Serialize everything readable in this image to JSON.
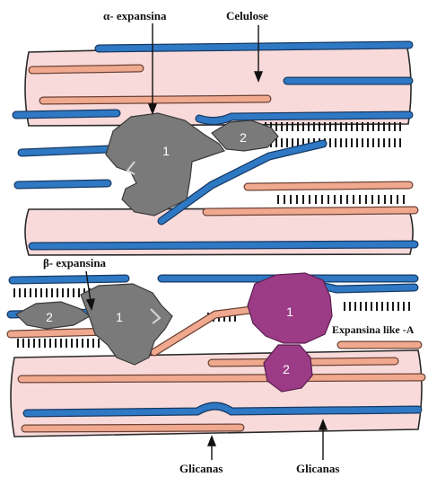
{
  "labels": {
    "alpha_expansin": "α- expansina",
    "cellulose": "Celulose",
    "beta_expansin": "β- expansina",
    "expansin_like": "Expansina like -A",
    "glycans_left": "Glicanas",
    "glycans_right": "Glicanas"
  },
  "domains": {
    "alpha_d1": "1",
    "alpha_d2": "2",
    "beta_d1": "1",
    "beta_d2": "2",
    "like_d1": "1",
    "like_d2": "2"
  },
  "colors": {
    "microfibril_fill": "#f9dada",
    "microfibril_outline": "#2a2a2a",
    "cellulose_chain": "#2f78c4",
    "glycan_chain": "#f0a98e",
    "expansin_gray": "#7a7a7a",
    "expansin_like": "#9c3c86",
    "cross_links": "#1a1a1a"
  }
}
